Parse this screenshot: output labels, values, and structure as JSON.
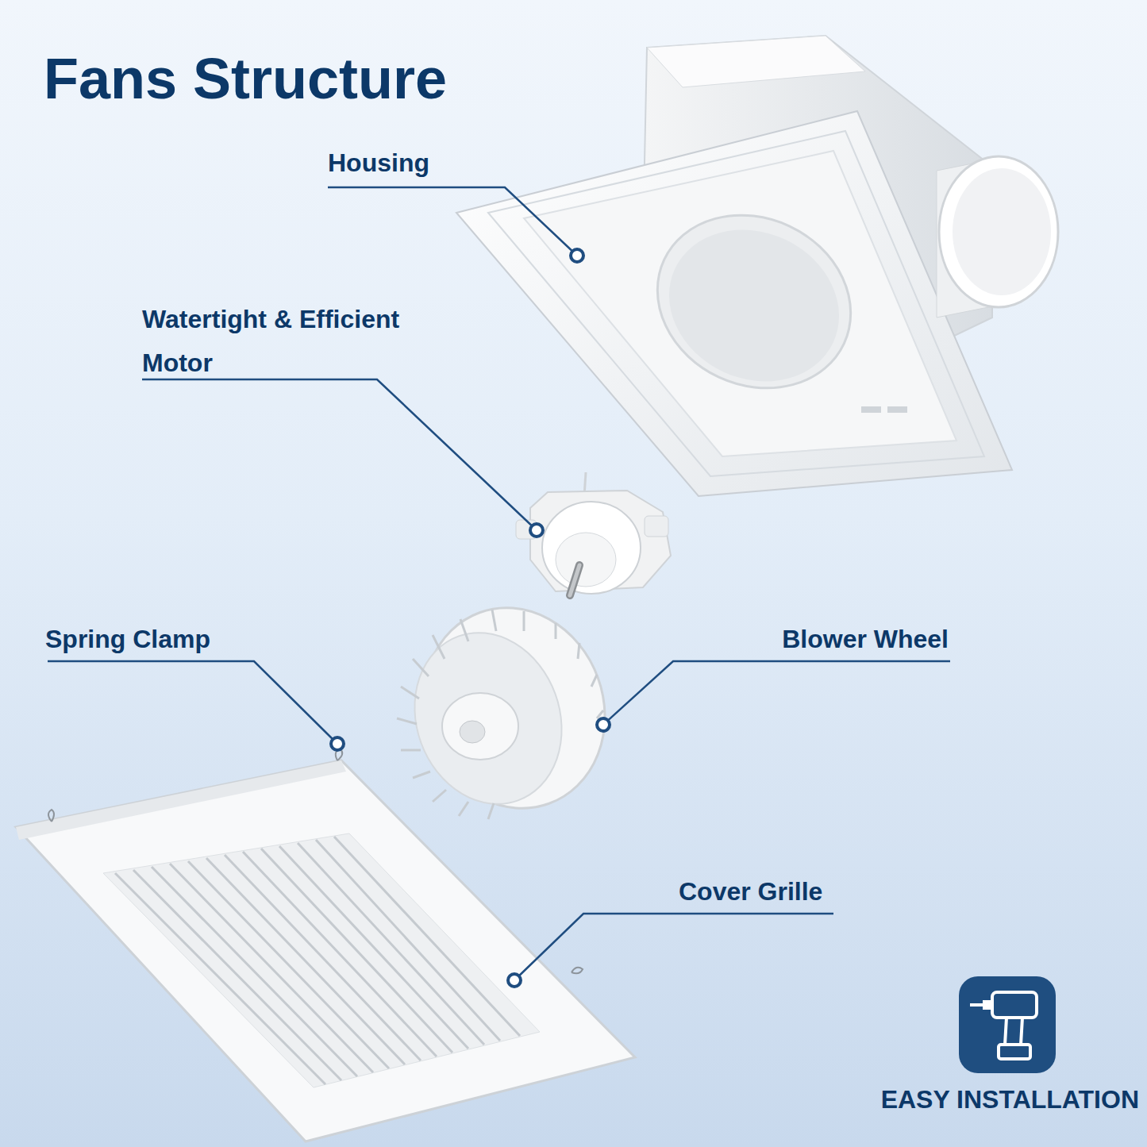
{
  "diagram": {
    "title": "Fans Structure",
    "labels": [
      "Housing",
      "Watertight & Efficient Motor",
      "Spring Clamp",
      "Blower Wheel",
      "Cover Grille",
      "EASY INSTALLATION"
    ]
  }
}
